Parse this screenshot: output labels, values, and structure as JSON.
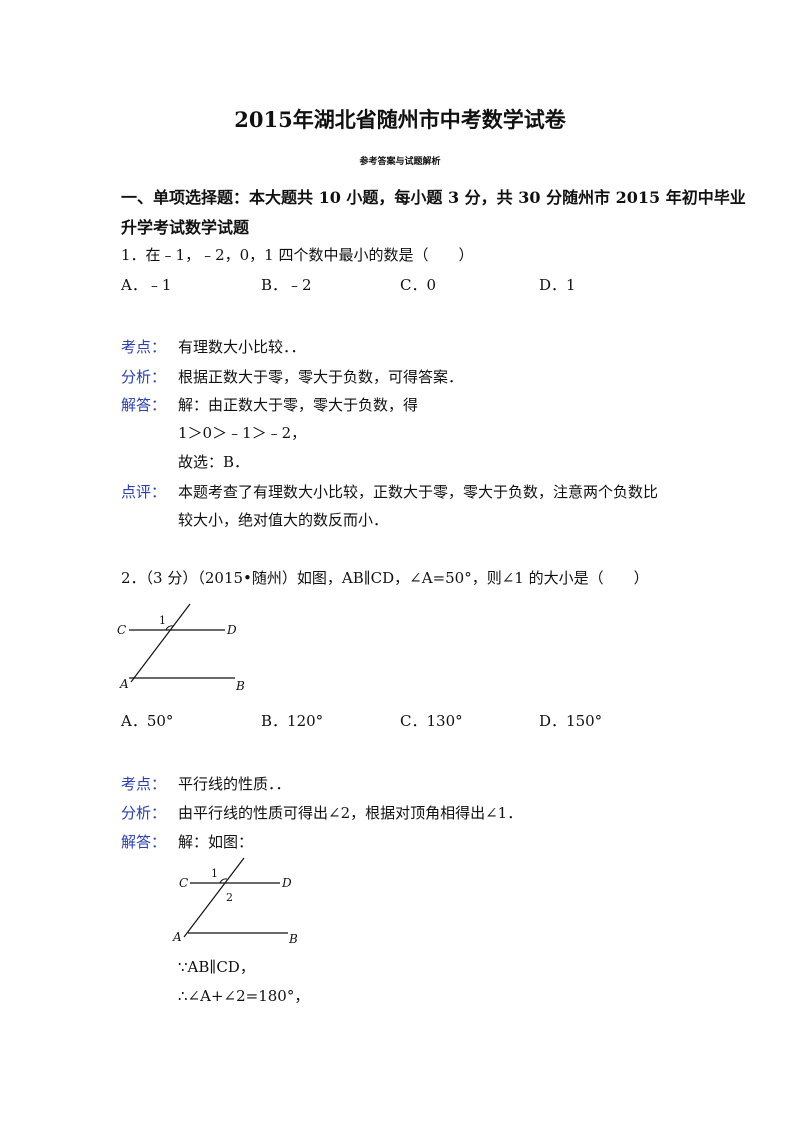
{
  "title": "2015年湖北省随州市中考数学试卷",
  "subtitle": "参考答案与试题解析",
  "section": {
    "line1": "一、单项选择题：本大题共 10 小题，每小题 3 分，共 30 分随州市 2015 年初中毕业",
    "line2": "升学考试数学试题"
  },
  "q1": {
    "stem": "1．在﹣1，﹣2，0，1 四个数中最小的数是（　　）",
    "options": [
      "A．﹣1",
      "B．﹣2",
      "C．0",
      "D．1"
    ],
    "kaodian_label": "考点：",
    "kaodian": "有理数大小比较．．",
    "fenxi_label": "分析：",
    "fenxi": "根据正数大于零，零大于负数，可得答案．",
    "jieda_label": "解答：",
    "jieda": [
      "解：由正数大于零，零大于负数，得",
      "1＞0＞﹣1＞﹣2，",
      "故选：B．"
    ],
    "dianping_label": "点评：",
    "dianping": [
      "本题考查了有理数大小比较，正数大于零，零大于负数，注意两个负数比",
      "较大小，绝对值大的数反而小．"
    ]
  },
  "q2": {
    "stem": "2．（3 分）（2015•随州）如图，AB∥CD，∠A=50°，则∠1 的大小是（　　）",
    "figure": {
      "C": "C",
      "D": "D",
      "A": "A",
      "B": "B",
      "angle1": "1"
    },
    "options": [
      "A．50°",
      "B．120°",
      "C．130°",
      "D．150°"
    ],
    "kaodian_label": "考点：",
    "kaodian": "平行线的性质．．",
    "fenxi_label": "分析：",
    "fenxi": "由平行线的性质可得出∠2，根据对顶角相得出∠1．",
    "jieda_label": "解答：",
    "jieda_intro": "解：如图：",
    "figure2": {
      "C": "C",
      "D": "D",
      "A": "A",
      "B": "B",
      "angle1": "1",
      "angle2": "2"
    },
    "steps": [
      "∵AB∥CD，",
      "∴∠A+∠2=180°，"
    ]
  }
}
